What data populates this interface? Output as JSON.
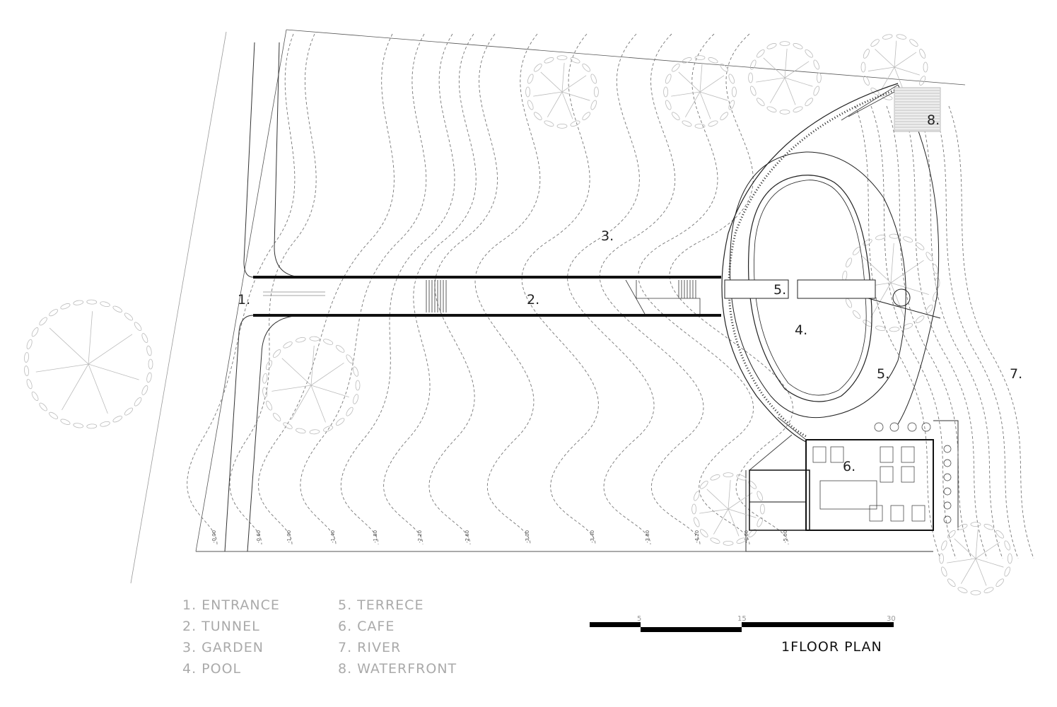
{
  "plan_title": "1FLOOR PLAN",
  "area_labels": [
    "1.",
    "2.",
    "3.",
    "4.",
    "5.",
    "5.",
    "6.",
    "7.",
    "8."
  ],
  "legend": [
    "1. ENTRANCE",
    "2. TUNNEL",
    "3. GARDEN",
    "4. POOL",
    "5. TERRECE",
    "6. CAFE",
    "7. RIVER",
    "8. WATERFRONT"
  ],
  "scale_bar": {
    "ticks": [
      "5",
      "15",
      "30"
    ]
  },
  "contour_levels": [
    "-0.00",
    "-0.60",
    "-1.00",
    "-1.40",
    "-1.80",
    "-2.20",
    "-2.60",
    "-3.00",
    "-3.40",
    "-3.80",
    "-4.20",
    "-4.60",
    "-5.00"
  ]
}
